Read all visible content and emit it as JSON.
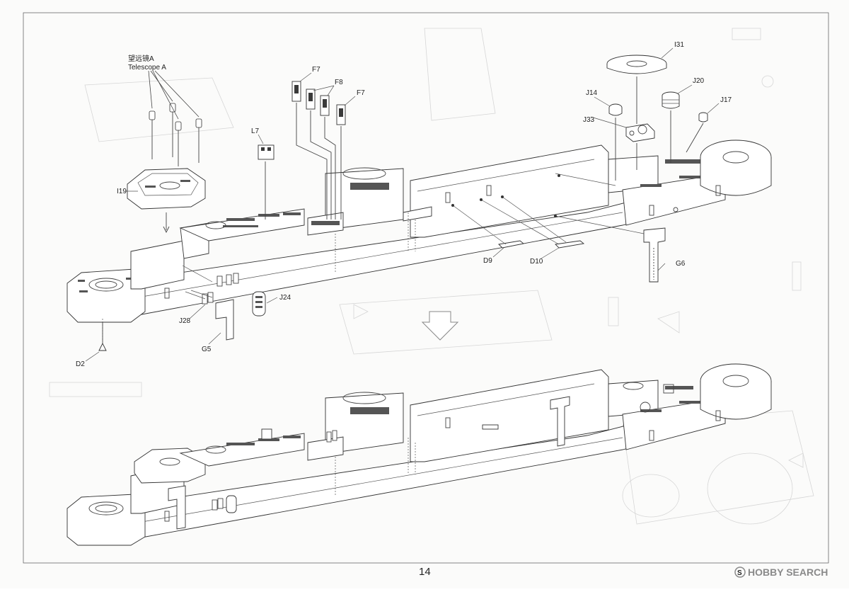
{
  "page": {
    "page_number": "14"
  },
  "labels": {
    "telescope_cn": "望远镜A",
    "telescope_en": "Telescope A",
    "i19": "I19",
    "l7": "L7",
    "f7a": "F7",
    "f8": "F8",
    "f7b": "F7",
    "i31": "I31",
    "j14": "J14",
    "j20": "J20",
    "j33": "J33",
    "j17": "J17",
    "d9": "D9",
    "d10": "D10",
    "g6": "G6",
    "j24": "J24",
    "j28": "J28",
    "g5": "G5",
    "d2": "D2"
  },
  "watermark": {
    "logo_letter": "S",
    "text": "HOBBY SEARCH"
  },
  "colors": {
    "ink": "#333333",
    "ghost": "#d6d6d6",
    "paper": "#fbfbfa",
    "watermark": "#8a8a8a"
  }
}
